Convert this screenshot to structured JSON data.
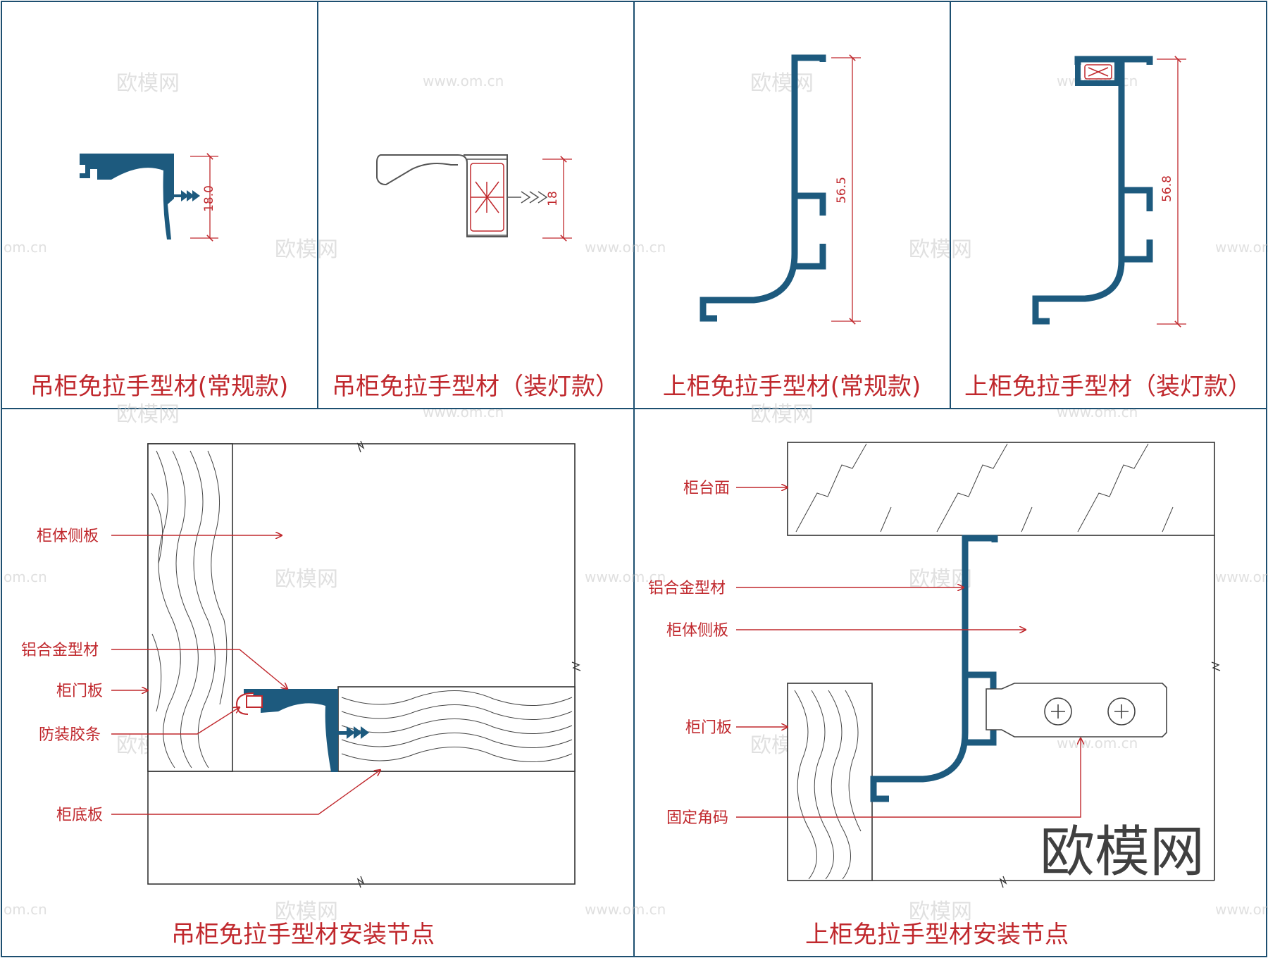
{
  "captions": {
    "p1": "吊柜免拉手型材(常规款)",
    "p2": "吊柜免拉手型材（装灯款）",
    "p3": "上柜免拉手型材(常规款)",
    "p4": "上柜免拉手型材（装灯款）",
    "p5": "吊柜免拉手型材安装节点",
    "p6": "上柜免拉手型材安装节点"
  },
  "dimensions": {
    "p1": "18.0",
    "p2": "18",
    "p3": "56.5",
    "p4": "56.8"
  },
  "labels_left": {
    "side_panel": "柜体侧板",
    "profile": "铝合金型材",
    "door": "柜门板",
    "strip": "防装胶条",
    "bottom": "柜底板"
  },
  "labels_right": {
    "countertop": "柜台面",
    "profile": "铝合金型材",
    "side_panel": "柜体侧板",
    "door": "柜门板",
    "bracket": "固定角码"
  },
  "watermark": {
    "brand": "欧模网",
    "url": "www.om.cn",
    "url_short": "om.cn"
  },
  "colors": {
    "profile": "#1d5a7e",
    "annotation": "#c0282d",
    "frame": "#1d4f70",
    "line": "#333333"
  }
}
